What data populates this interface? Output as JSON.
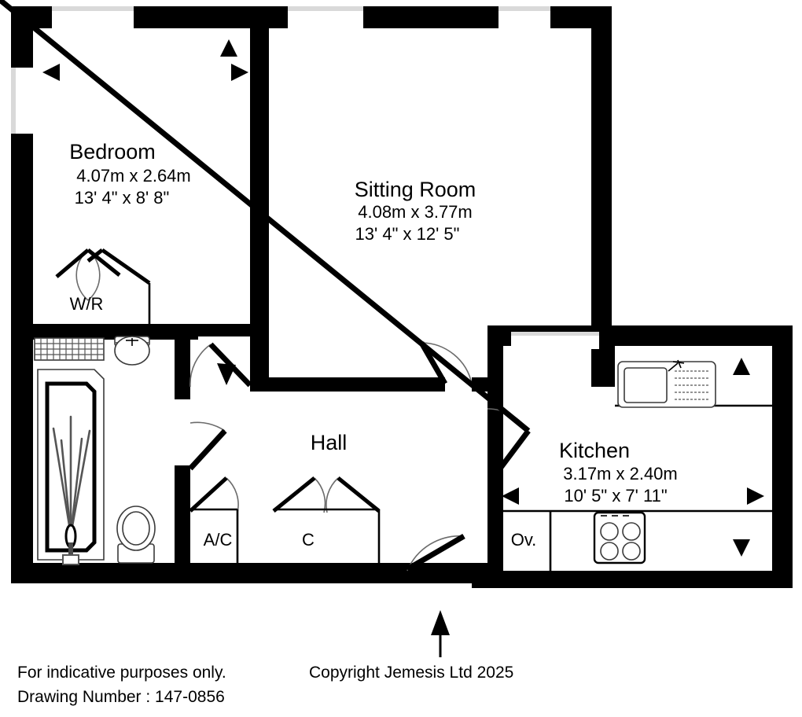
{
  "plan": {
    "rooms": [
      {
        "key": "bedroom",
        "name": "Bedroom",
        "dim_metric": "4.07m x 2.64m",
        "dim_imperial": "13' 4\" x 8' 8\""
      },
      {
        "key": "sitting_room",
        "name": "Sitting Room",
        "dim_metric": "4.08m x 3.77m",
        "dim_imperial": "13' 4\" x 12' 5\""
      },
      {
        "key": "kitchen",
        "name": "Kitchen",
        "dim_metric": "3.17m x 2.40m",
        "dim_imperial": "10' 5\" x 7' 11\""
      },
      {
        "key": "hall",
        "name": "Hall",
        "dim_metric": "",
        "dim_imperial": ""
      }
    ],
    "small_labels": [
      {
        "key": "wardrobe",
        "text": "W/R"
      },
      {
        "key": "airing_cupboard",
        "text": "A/C"
      },
      {
        "key": "cupboard",
        "text": "C"
      },
      {
        "key": "oven",
        "text": "Ov."
      }
    ]
  },
  "footer": {
    "disclaimer": "For indicative purposes only.",
    "drawing_number": "Drawing Number : 147-0856",
    "copyright": "Copyright Jemesis Ltd 2025"
  },
  "colors": {
    "wall": "#000000",
    "background": "#ffffff",
    "window_frame": "#d9d9d9",
    "swing_line": "#6b6b6b"
  }
}
